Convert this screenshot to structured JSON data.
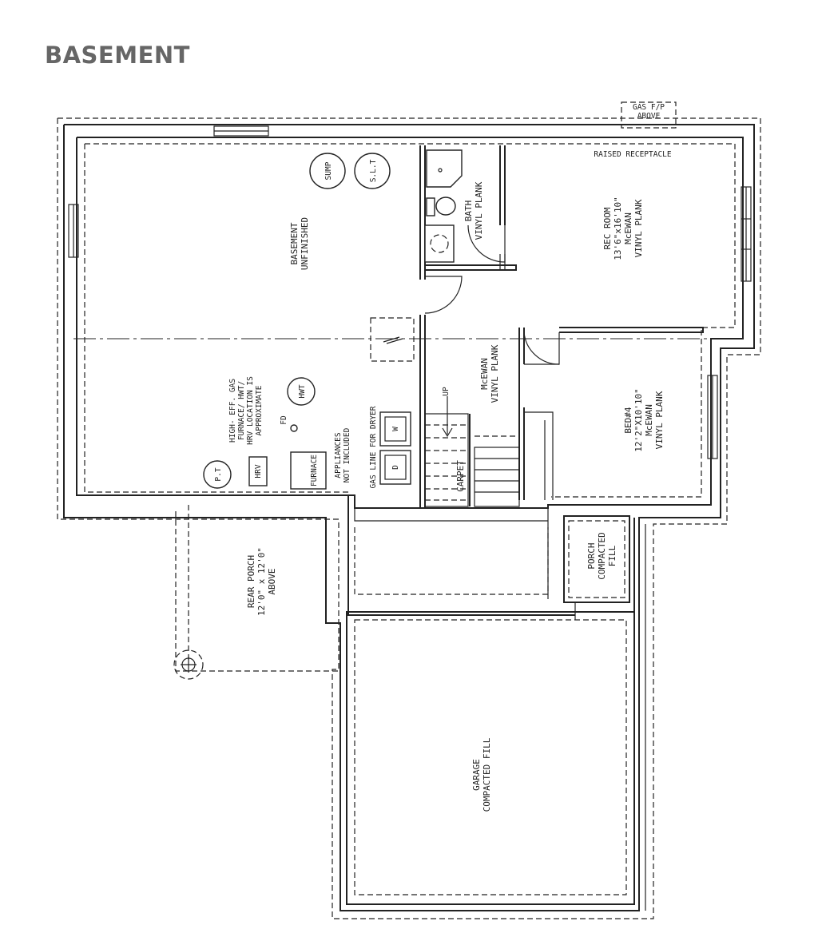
{
  "title": "BASEMENT",
  "labels": {
    "gas_fp": [
      "GAS F/P",
      "ABOVE"
    ],
    "raised_receptacle": "RAISED RECEPTACLE",
    "sump": "SUMP",
    "slt": "S.L.T",
    "basement": [
      "BASEMENT",
      "UNFINISHED"
    ],
    "bath": [
      "BATH",
      "VINYL PLANK"
    ],
    "rec_room": [
      "REC ROOM",
      "13'6\"x16'10\"",
      "McEWAN",
      "VINYL PLANK"
    ],
    "mcewan_hall": [
      "McEWAN",
      "VINYL PLANK"
    ],
    "bed4": [
      "BED#4",
      "12'2\"X10'10\"",
      "McEWAN",
      "VINYL PLANK"
    ],
    "mechanical": [
      "HIGH- EFF. GAS",
      "FURNACE/ HWT/",
      "HRV LOCATION IS",
      "APPROXIMATE"
    ],
    "hwt": "HWT",
    "fd": "FD",
    "appliances": [
      "APPLIANCES",
      "NOT INCLUDED"
    ],
    "gas_line": "GAS LINE FOR DRYER",
    "washer": "W",
    "dryer": "D",
    "furnace": "FURNACE",
    "hrv": "HRV",
    "pt": "P.T",
    "up": "UP",
    "carpet": "CARPET",
    "rear_porch": [
      "REAR PORCH",
      "12'0\" x 12'0\"",
      "ABOVE"
    ],
    "porch_fill": [
      "PORCH",
      "COMPACTED",
      "FILL"
    ],
    "garage": [
      "GARAGE",
      "COMPACTED FILL"
    ]
  }
}
